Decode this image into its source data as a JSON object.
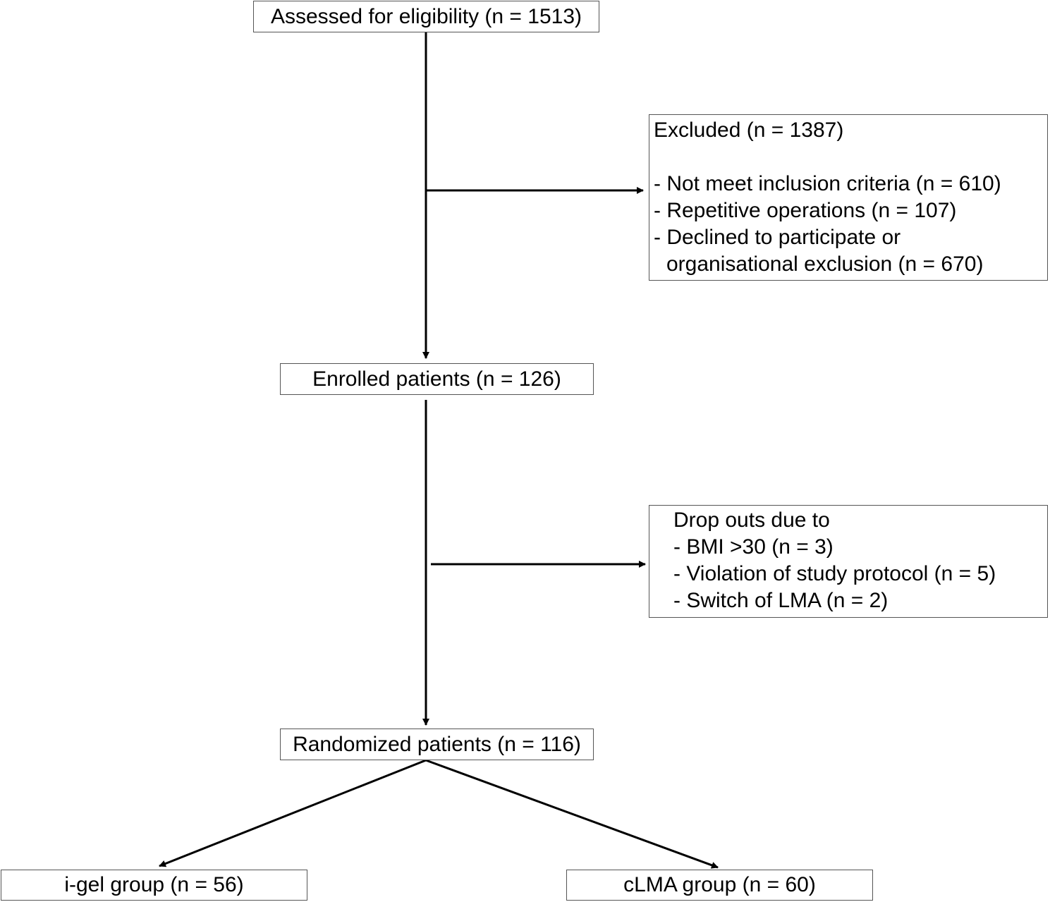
{
  "flowchart": {
    "assessed": "Assessed for eligibility (n = 1513)",
    "excluded": {
      "heading": "Excluded (n = 1387)",
      "items": [
        "- Not meet inclusion criteria (n = 610)",
        "- Repetitive operations (n = 107)",
        "- Declined to participate or",
        "organisational exclusion (n = 670)"
      ]
    },
    "enrolled": "Enrolled patients (n = 126)",
    "dropouts": {
      "heading": "Drop outs due to",
      "items": [
        "- BMI >30 (n = 3)",
        "- Violation of study protocol (n = 5)",
        "- Switch of LMA (n = 2)"
      ]
    },
    "randomized": "Randomized patients (n = 116)",
    "igel": "i-gel group (n = 56)",
    "clma": "cLMA group (n = 60)"
  },
  "colors": {
    "line": "#000000",
    "box_border": "#555555"
  }
}
